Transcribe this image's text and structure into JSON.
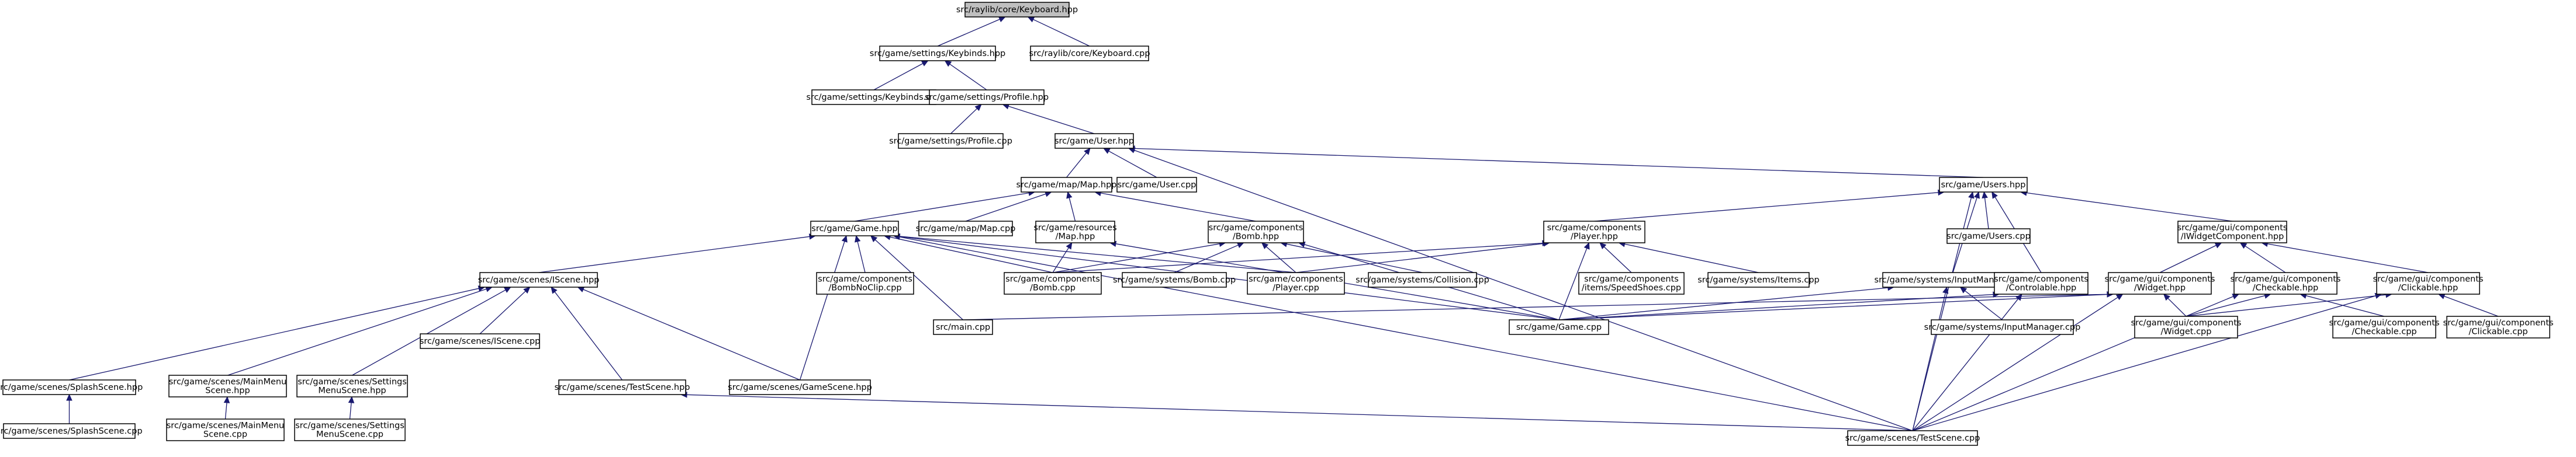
{
  "graph": {
    "nodes": [
      {
        "id": "n0",
        "lines": [
          "src/raylib/core/Keyboard.hpp"
        ],
        "root": true
      },
      {
        "id": "n1",
        "lines": [
          "src/game/settings/Keybinds.hpp"
        ]
      },
      {
        "id": "n2",
        "lines": [
          "src/raylib/core/Keyboard.cpp"
        ]
      },
      {
        "id": "n3",
        "lines": [
          "src/game/settings/Keybinds.cpp"
        ]
      },
      {
        "id": "n4",
        "lines": [
          "src/game/settings/Profile.hpp"
        ]
      },
      {
        "id": "n5",
        "lines": [
          "src/game/settings/Profile.cpp"
        ]
      },
      {
        "id": "n6",
        "lines": [
          "src/game/User.hpp"
        ]
      },
      {
        "id": "n7",
        "lines": [
          "src/game/map/Map.hpp"
        ]
      },
      {
        "id": "n8",
        "lines": [
          "src/game/User.cpp"
        ]
      },
      {
        "id": "n9",
        "lines": [
          "src/game/Users.hpp"
        ]
      },
      {
        "id": "n10",
        "lines": [
          "src/game/Game.hpp"
        ]
      },
      {
        "id": "n11",
        "lines": [
          "src/game/map/Map.cpp"
        ]
      },
      {
        "id": "n12",
        "lines": [
          "src/game/resources",
          "/Map.hpp"
        ]
      },
      {
        "id": "n13",
        "lines": [
          "src/game/components",
          "/Bomb.hpp"
        ]
      },
      {
        "id": "n14",
        "lines": [
          "src/game/components",
          "/Player.hpp"
        ]
      },
      {
        "id": "n15",
        "lines": [
          "src/game/Users.cpp"
        ]
      },
      {
        "id": "n16",
        "lines": [
          "src/game/gui/components",
          "/IWidgetComponent.hpp"
        ]
      },
      {
        "id": "n17",
        "lines": [
          "src/game/scenes/IScene.hpp"
        ]
      },
      {
        "id": "n18",
        "lines": [
          "src/game/components",
          "/BombNoClip.cpp"
        ]
      },
      {
        "id": "n19",
        "lines": [
          "src/game/components",
          "/Bomb.cpp"
        ]
      },
      {
        "id": "n20",
        "lines": [
          "src/game/systems/Bomb.cpp"
        ]
      },
      {
        "id": "n21",
        "lines": [
          "src/game/components",
          "/Player.cpp"
        ]
      },
      {
        "id": "n22",
        "lines": [
          "src/game/systems/Collision.cpp"
        ]
      },
      {
        "id": "n23",
        "lines": [
          "src/game/components",
          "/items/SpeedShoes.cpp"
        ]
      },
      {
        "id": "n24",
        "lines": [
          "src/game/systems/Items.cpp"
        ]
      },
      {
        "id": "n25",
        "lines": [
          "src/game/systems/InputManager.hpp"
        ]
      },
      {
        "id": "n26",
        "lines": [
          "src/game/components",
          "/Controlable.hpp"
        ]
      },
      {
        "id": "n27",
        "lines": [
          "src/game/gui/components",
          "/Widget.hpp"
        ]
      },
      {
        "id": "n28",
        "lines": [
          "src/game/gui/components",
          "/Checkable.hpp"
        ]
      },
      {
        "id": "n29",
        "lines": [
          "src/game/gui/components",
          "/Clickable.hpp"
        ]
      },
      {
        "id": "n30",
        "lines": [
          "src/main.cpp"
        ]
      },
      {
        "id": "n31",
        "lines": [
          "src/game/Game.cpp"
        ]
      },
      {
        "id": "n32",
        "lines": [
          "src/game/systems/InputManager.cpp"
        ]
      },
      {
        "id": "n33",
        "lines": [
          "src/game/gui/components",
          "/Widget.cpp"
        ]
      },
      {
        "id": "n34",
        "lines": [
          "src/game/gui/components",
          "/Checkable.cpp"
        ]
      },
      {
        "id": "n35",
        "lines": [
          "src/game/gui/components",
          "/Clickable.cpp"
        ]
      },
      {
        "id": "n36",
        "lines": [
          "src/game/scenes/IScene.cpp"
        ]
      },
      {
        "id": "n37",
        "lines": [
          "src/game/scenes/SplashScene.hpp"
        ]
      },
      {
        "id": "n38",
        "lines": [
          "src/game/scenes/MainMenu",
          "Scene.hpp"
        ]
      },
      {
        "id": "n39",
        "lines": [
          "src/game/scenes/Settings",
          "MenuScene.hpp"
        ]
      },
      {
        "id": "n40",
        "lines": [
          "src/game/scenes/TestScene.hpp"
        ]
      },
      {
        "id": "n41",
        "lines": [
          "src/game/scenes/GameScene.hpp"
        ]
      },
      {
        "id": "n42",
        "lines": [
          "src/game/scenes/SplashScene.cpp"
        ]
      },
      {
        "id": "n43",
        "lines": [
          "src/game/scenes/MainMenu",
          "Scene.cpp"
        ]
      },
      {
        "id": "n44",
        "lines": [
          "src/game/scenes/Settings",
          "MenuScene.cpp"
        ]
      },
      {
        "id": "n45",
        "lines": [
          "src/game/scenes/TestScene.cpp"
        ]
      }
    ],
    "edges": [
      [
        "n1",
        "n0"
      ],
      [
        "n2",
        "n0"
      ],
      [
        "n3",
        "n1"
      ],
      [
        "n4",
        "n1"
      ],
      [
        "n5",
        "n4"
      ],
      [
        "n6",
        "n4"
      ],
      [
        "n7",
        "n6"
      ],
      [
        "n8",
        "n6"
      ],
      [
        "n9",
        "n6"
      ],
      [
        "n45",
        "n6"
      ],
      [
        "n10",
        "n7"
      ],
      [
        "n11",
        "n7"
      ],
      [
        "n12",
        "n7"
      ],
      [
        "n13",
        "n7"
      ],
      [
        "n14",
        "n9"
      ],
      [
        "n15",
        "n9"
      ],
      [
        "n16",
        "n9"
      ],
      [
        "n25",
        "n9"
      ],
      [
        "n26",
        "n9"
      ],
      [
        "n45",
        "n9"
      ],
      [
        "n17",
        "n10"
      ],
      [
        "n18",
        "n10"
      ],
      [
        "n19",
        "n10"
      ],
      [
        "n30",
        "n10"
      ],
      [
        "n31",
        "n10"
      ],
      [
        "n41",
        "n10"
      ],
      [
        "n21",
        "n10"
      ],
      [
        "n45",
        "n10"
      ],
      [
        "n19",
        "n12"
      ],
      [
        "n31",
        "n12"
      ],
      [
        "n19",
        "n13"
      ],
      [
        "n20",
        "n13"
      ],
      [
        "n21",
        "n13"
      ],
      [
        "n22",
        "n13"
      ],
      [
        "n31",
        "n13"
      ],
      [
        "n19",
        "n14"
      ],
      [
        "n21",
        "n14"
      ],
      [
        "n23",
        "n14"
      ],
      [
        "n24",
        "n14"
      ],
      [
        "n31",
        "n14"
      ],
      [
        "n27",
        "n16"
      ],
      [
        "n28",
        "n16"
      ],
      [
        "n29",
        "n16"
      ],
      [
        "n36",
        "n17"
      ],
      [
        "n37",
        "n17"
      ],
      [
        "n38",
        "n17"
      ],
      [
        "n39",
        "n17"
      ],
      [
        "n40",
        "n17"
      ],
      [
        "n41",
        "n17"
      ],
      [
        "n31",
        "n25"
      ],
      [
        "n32",
        "n25"
      ],
      [
        "n45",
        "n25"
      ],
      [
        "n31",
        "n26"
      ],
      [
        "n45",
        "n26"
      ],
      [
        "n30",
        "n27"
      ],
      [
        "n31",
        "n27"
      ],
      [
        "n33",
        "n27"
      ],
      [
        "n45",
        "n27"
      ],
      [
        "n33",
        "n28"
      ],
      [
        "n34",
        "n28"
      ],
      [
        "n45",
        "n28"
      ],
      [
        "n33",
        "n29"
      ],
      [
        "n35",
        "n29"
      ],
      [
        "n45",
        "n29"
      ],
      [
        "n42",
        "n37"
      ],
      [
        "n43",
        "n38"
      ],
      [
        "n44",
        "n39"
      ],
      [
        "n45",
        "n40"
      ]
    ]
  }
}
